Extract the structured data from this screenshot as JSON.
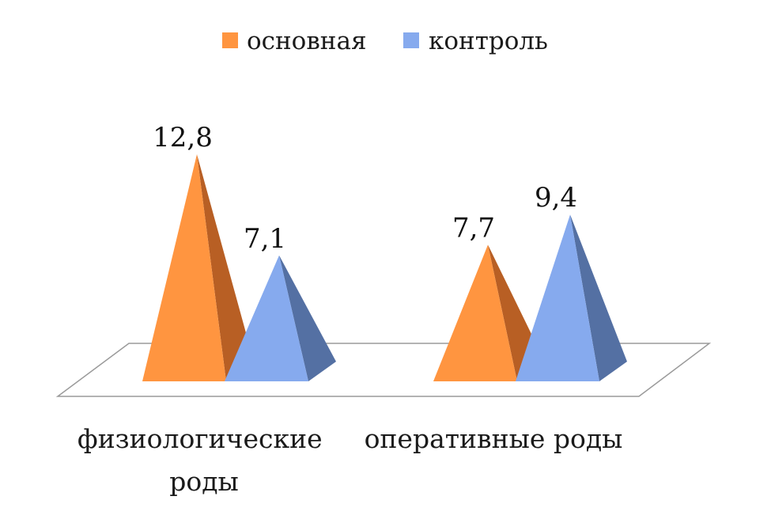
{
  "chart_data": {
    "type": "bar",
    "shape": "pyramid-3d",
    "categories": [
      [
        "физиологические",
        "роды"
      ],
      [
        "оперативные роды"
      ]
    ],
    "series": [
      {
        "name": "основная",
        "values": [
          12.8,
          7.7
        ],
        "labels": [
          "12,8",
          "7,7"
        ],
        "color": "#FF9540",
        "shade_color": "#B85F24"
      },
      {
        "name": "контроль",
        "values": [
          7.1,
          9.4
        ],
        "labels": [
          "7,1",
          "9,4"
        ],
        "color": "#86AAEE",
        "shade_color": "#5470A3"
      }
    ],
    "title": "",
    "xlabel": "",
    "ylabel": "",
    "ylim": [
      0,
      14
    ],
    "grid": false,
    "legend": "top-center",
    "floor_color": "#ffffff",
    "floor_stroke": "#9a9a9a"
  }
}
